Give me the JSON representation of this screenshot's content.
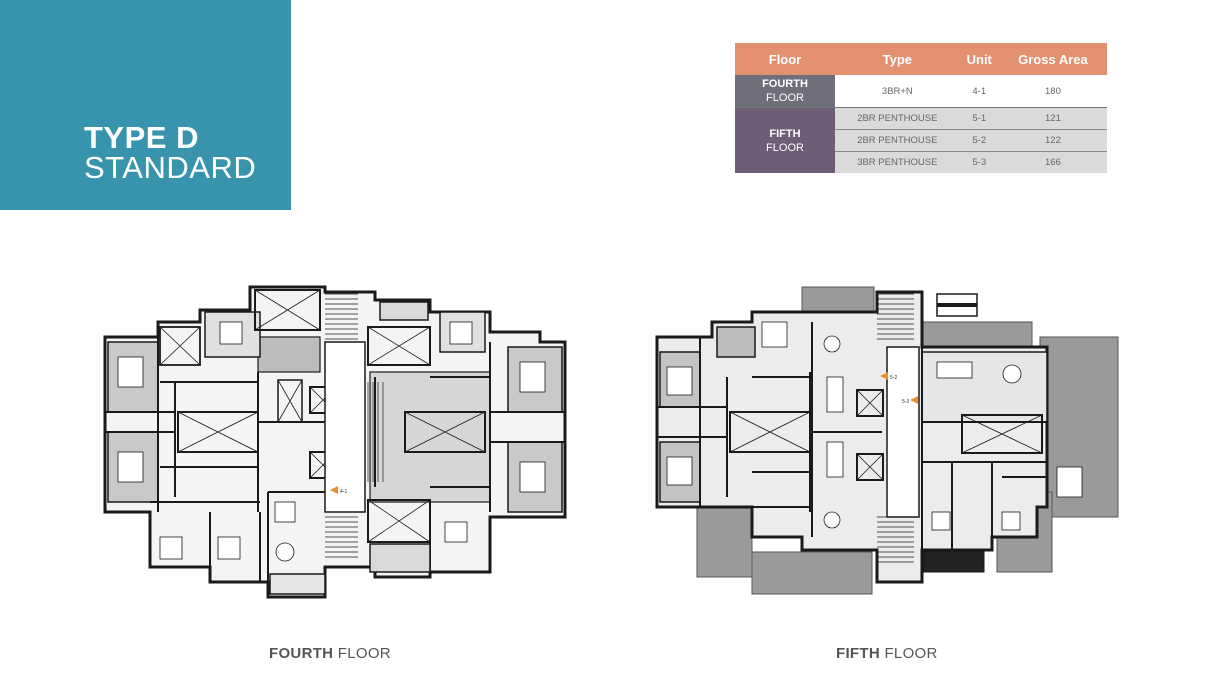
{
  "header": {
    "title_bold": "TYPE D",
    "title_regular": "STANDARD"
  },
  "table": {
    "columns": [
      "Floor",
      "Type",
      "Unit",
      "Gross Area"
    ],
    "fourth": {
      "floor_bold": "FOURTH",
      "floor_sub": "FLOOR",
      "type": "3BR+N",
      "unit": "4-1",
      "area": "180"
    },
    "fifth": {
      "floor_bold": "FIFTH",
      "floor_sub": "FLOOR",
      "rows": [
        {
          "type": "2BR PENTHOUSE",
          "unit": "5-1",
          "area": "121"
        },
        {
          "type": "2BR PENTHOUSE",
          "unit": "5-2",
          "area": "122"
        },
        {
          "type": "3BR PENTHOUSE",
          "unit": "5-3",
          "area": "166"
        }
      ]
    }
  },
  "plans": {
    "fourth": {
      "caption_bold": "FOURTH",
      "caption_regular": " FLOOR",
      "marker": "4-1"
    },
    "fifth": {
      "caption_bold": "FIFTH",
      "caption_regular": " FLOOR",
      "marker_a": "5-2",
      "marker_b": "5-3"
    }
  },
  "colors": {
    "title_bg": "#3893ad",
    "table_header": "#e29070",
    "fourth_cell": "#6e6f7a",
    "fifth_cell": "#6f5c77",
    "marker": "#e8902a"
  }
}
